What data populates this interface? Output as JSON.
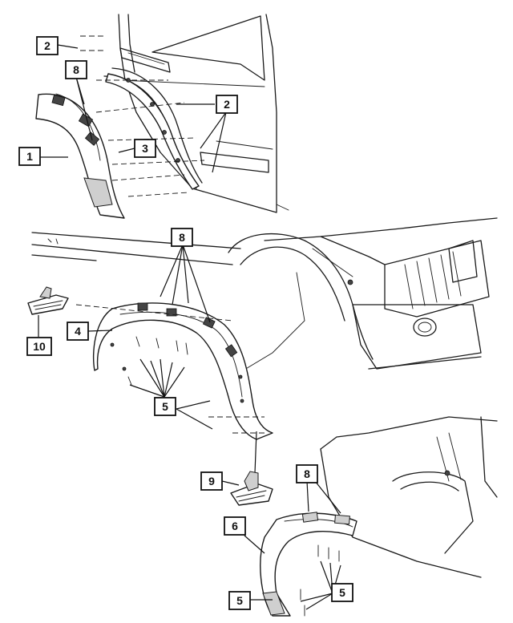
{
  "callouts": [
    {
      "id": "c-2a",
      "label": "2"
    },
    {
      "id": "c-8a",
      "label": "8"
    },
    {
      "id": "c-2b",
      "label": "2"
    },
    {
      "id": "c-1",
      "label": "1"
    },
    {
      "id": "c-3",
      "label": "3"
    },
    {
      "id": "c-8b",
      "label": "8"
    },
    {
      "id": "c-10",
      "label": "10"
    },
    {
      "id": "c-4",
      "label": "4"
    },
    {
      "id": "c-5a",
      "label": "5"
    },
    {
      "id": "c-9",
      "label": "9"
    },
    {
      "id": "c-8c",
      "label": "8"
    },
    {
      "id": "c-6",
      "label": "6"
    },
    {
      "id": "c-5b",
      "label": "5"
    },
    {
      "id": "c-5c",
      "label": "5"
    }
  ]
}
